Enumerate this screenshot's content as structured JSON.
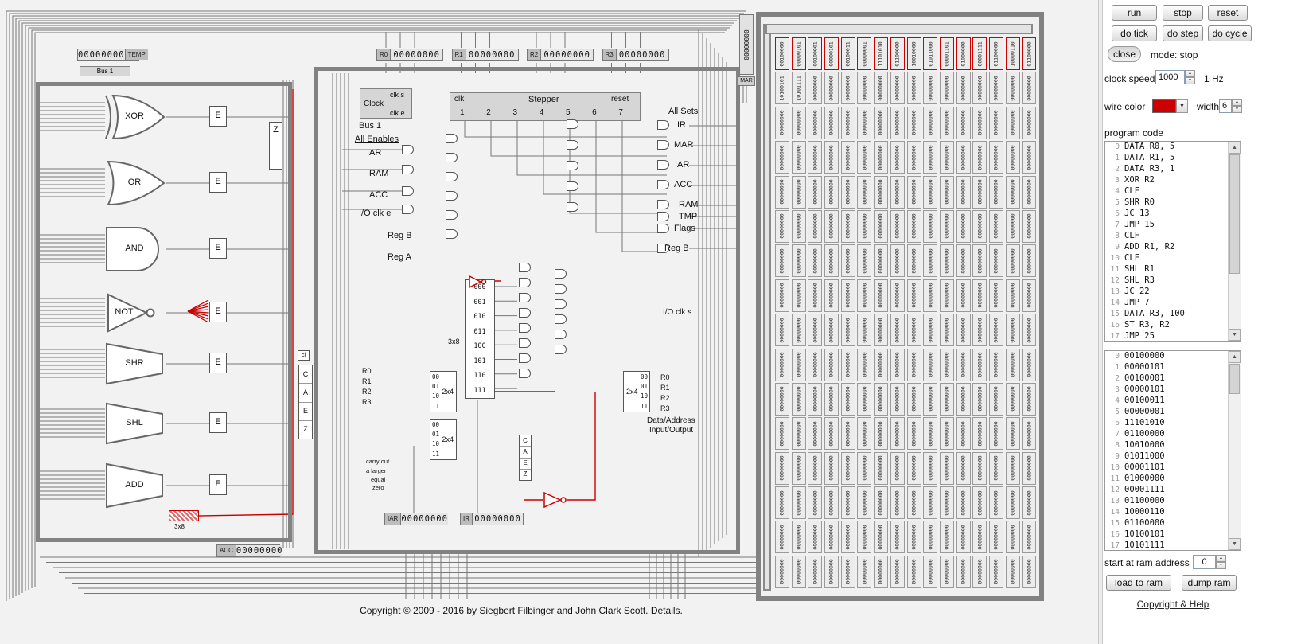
{
  "icons": {
    "spinner_up": "▲",
    "spinner_down": "▼",
    "dropdown_arrow": "▼",
    "scroll_up": "▲",
    "scroll_down": "▼"
  },
  "sidebar": {
    "run": "run",
    "stop": "stop",
    "reset": "reset",
    "do_tick": "do tick",
    "do_step": "do step",
    "do_cycle": "do cycle",
    "close": "close",
    "mode": "mode: stop",
    "clock_speed_label": "clock speed",
    "clock_speed_value": "1000",
    "hz": "1 Hz",
    "wire_color_label": "wire color",
    "wire_color": "#cc0000",
    "width_label": "width",
    "width_value": "6",
    "program_code_label": "program code",
    "program": [
      "DATA R0, 5",
      "DATA R1, 5",
      "DATA R3, 1",
      "XOR R2",
      "CLF",
      "SHR R0",
      "JC 13",
      "JMP 15",
      "CLF",
      "ADD R1, R2",
      "CLF",
      "SHL R1",
      "SHL R3",
      "JC 22",
      "JMP 7",
      "DATA R3, 100",
      "ST R3, R2",
      "JMP 25"
    ],
    "ram_dump": [
      "00100000",
      "00000101",
      "00100001",
      "00000101",
      "00100011",
      "00000001",
      "11101010",
      "01100000",
      "10010000",
      "01011000",
      "00001101",
      "01000000",
      "00001111",
      "01100000",
      "10000110",
      "01100000",
      "10100101",
      "10101111"
    ],
    "start_label": "start at ram address",
    "start_value": "0",
    "load_to_ram": "load to ram",
    "dump_ram": "dump ram",
    "copyright_help": "Copyright & Help"
  },
  "circuit": {
    "gates": [
      "XOR",
      "OR",
      "AND",
      "NOT",
      "SHR",
      "SHL",
      "ADD"
    ],
    "enable": "E",
    "zero": "Z",
    "cl": "cl",
    "temp_label": "TEMP",
    "temp_value": "00000000",
    "bus1": "Bus 1",
    "registers": [
      {
        "label": "R0",
        "value": "00000000"
      },
      {
        "label": "R1",
        "value": "00000000"
      },
      {
        "label": "R2",
        "value": "00000000"
      },
      {
        "label": "R3",
        "value": "00000000"
      }
    ],
    "iar_label": "IAR",
    "iar_value": "00000000",
    "ir_label": "IR",
    "ir_value": "00000000",
    "acc_label": "ACC",
    "acc_value": "00000000",
    "mar_label": "MAR",
    "mar_value": "00000000",
    "clock_title": "Clock",
    "clk_s": "clk s",
    "clk_e": "clk e",
    "clk": "clk",
    "stepper_title": "Stepper",
    "stepper_reset": "reset",
    "steps": [
      "1",
      "2",
      "3",
      "4",
      "5",
      "6",
      "7"
    ],
    "left_labels": [
      "Bus 1",
      "All Enables",
      "IAR",
      "RAM",
      "ACC",
      "I/O clk e",
      "Reg B",
      "Reg A"
    ],
    "right_labels": [
      "All Sets",
      "IR",
      "MAR",
      "IAR",
      "ACC",
      "RAM",
      "TMP",
      "Flags",
      "Reg B"
    ],
    "io_clk_s": "I/O clk s",
    "decoder_3x8_rows": [
      "000",
      "001",
      "010",
      "011",
      "100",
      "101",
      "110",
      "111"
    ],
    "decoder_3x8_label": "3x8",
    "decoder_2x4_rows": [
      "00",
      "01",
      "10",
      "11"
    ],
    "decoder_2x4_label": "2x4",
    "reg_select": [
      "R0",
      "R1",
      "R2",
      "R3"
    ],
    "caez": [
      "C",
      "A",
      "E",
      "Z"
    ],
    "alu_flags": [
      "carry out",
      "a larger",
      "equal",
      "zero"
    ],
    "bottom_3x8": "3x8",
    "data_address_io": [
      "Data/Address",
      "Input/Output"
    ],
    "copyright": "Copyright © 2009 - 2016 by Siegbert Filbinger and John Clark Scott.",
    "details": "Details."
  },
  "ram": {
    "rows": 16,
    "cols": 16,
    "default_value": "00000000"
  }
}
